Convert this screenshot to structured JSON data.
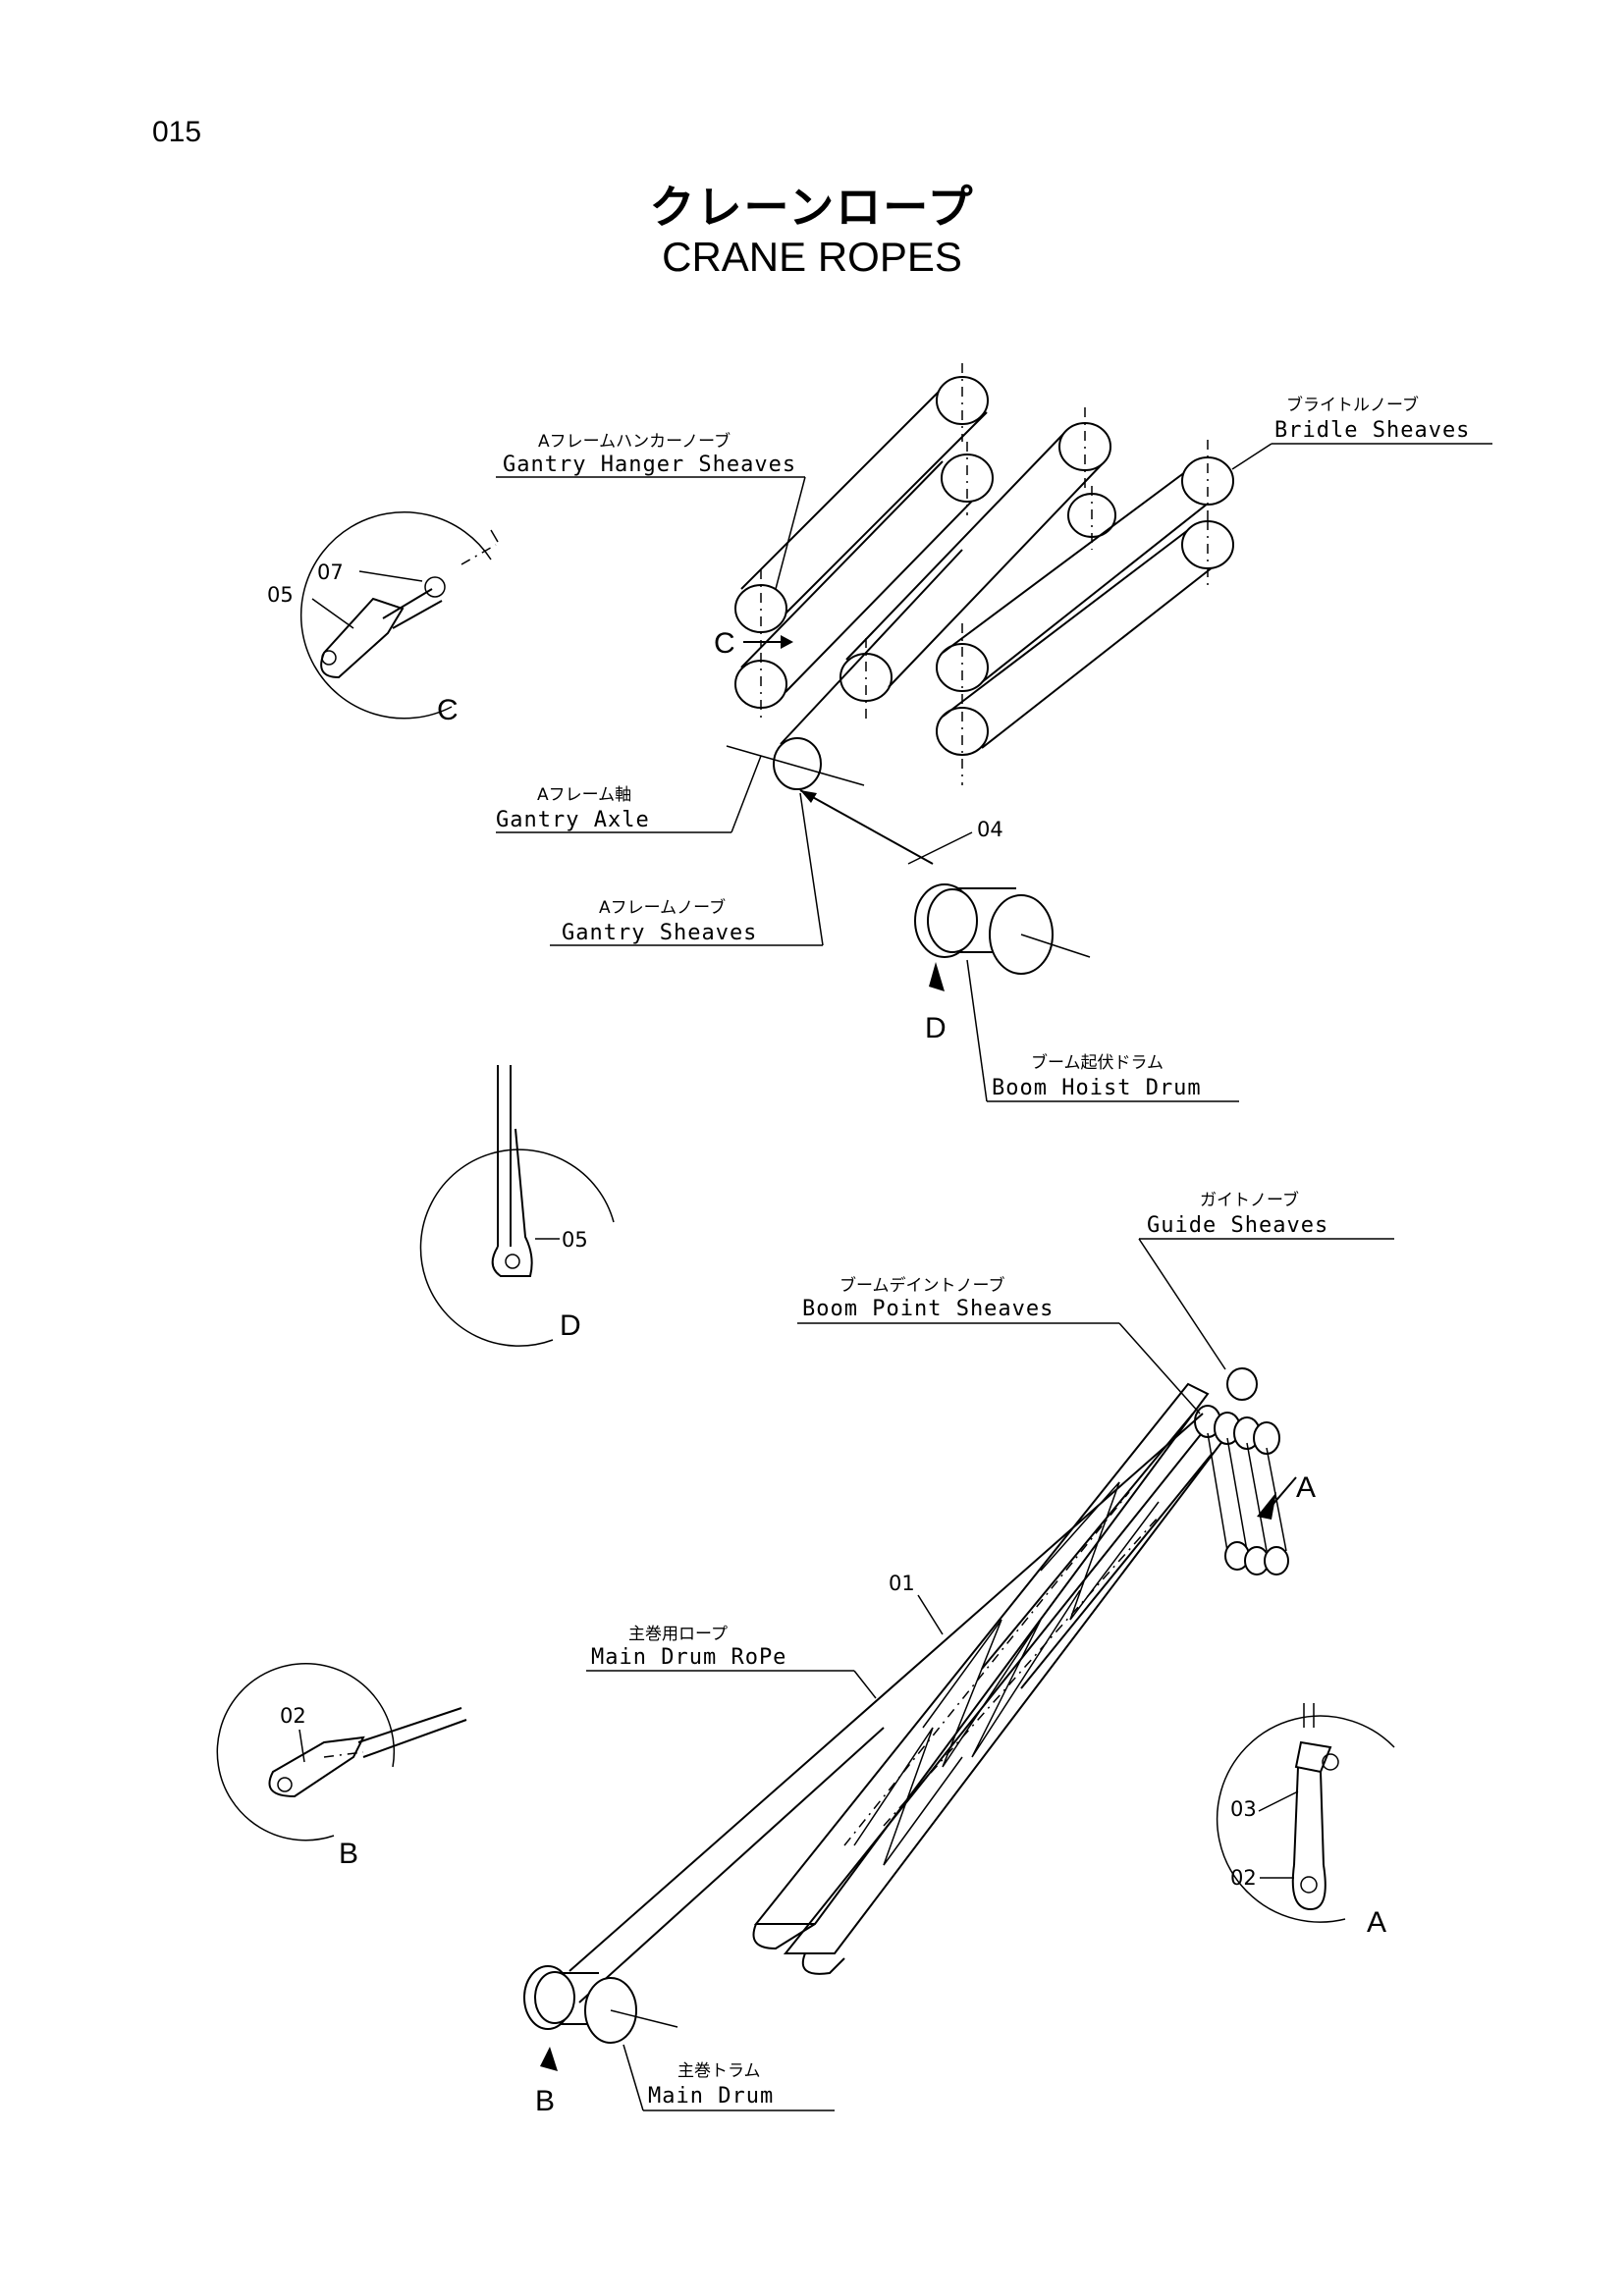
{
  "page_number": "015",
  "title_jp": "クレーンロープ",
  "title_en": "CRANE ROPES",
  "labels": {
    "gantry_hanger_jp": "Aフレームハンカーノーブ",
    "gantry_hanger_en": "Gantry Hanger Sheaves",
    "bridle_jp": "ブライトルノーブ",
    "bridle_en": "Bridle Sheaves",
    "gantry_axle_jp": "Aフレーム軸",
    "gantry_axle_en": "Gantry Axle",
    "gantry_sheaves_jp": "Aフレームノーブ",
    "gantry_sheaves_en": "Gantry Sheaves",
    "boom_hoist_jp": "ブーム起伏ドラム",
    "boom_hoist_en": "Boom Hoist Drum",
    "guide_jp": "ガイトノーブ",
    "guide_en": "Guide Sheaves",
    "boom_point_jp": "ブームデイントノーブ",
    "boom_point_en": "Boom Point Sheaves",
    "main_rope_jp": "主巻用ロープ",
    "main_rope_en": "Main Drum RoPe",
    "main_drum_jp": "主巻トラム",
    "main_drum_en": "Main Drum"
  },
  "part_numbers": {
    "p01": "01",
    "p02": "02",
    "p03": "03",
    "p04": "04",
    "p05": "05",
    "p07": "07"
  },
  "view_letters": {
    "a": "A",
    "b": "B",
    "c": "C",
    "d": "D"
  }
}
